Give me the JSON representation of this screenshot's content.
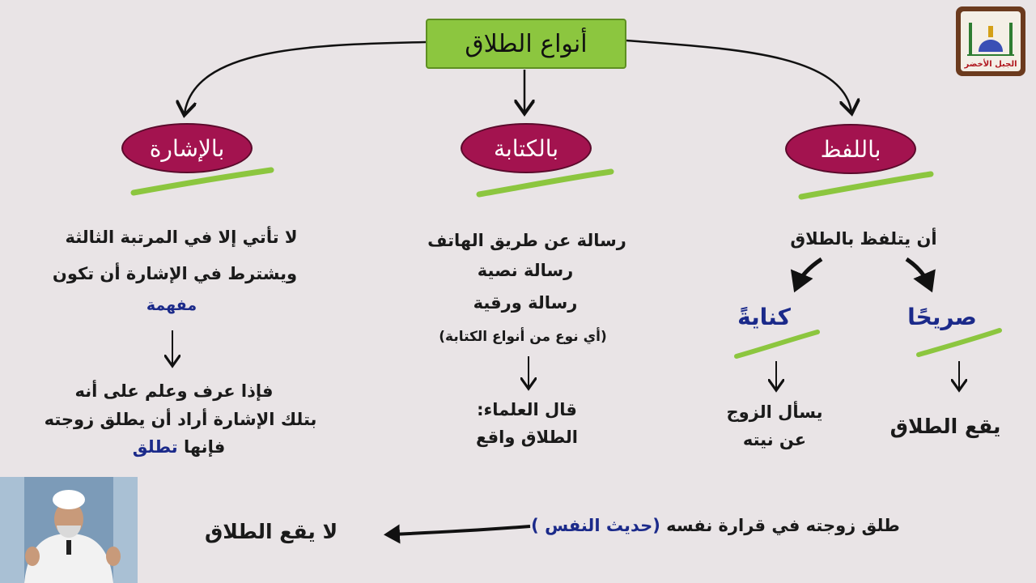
{
  "title": "أنواع الطلاق",
  "logo": {
    "text": "الجبل الأخضر",
    "icon": "mosque-dome-icon"
  },
  "branches": {
    "lafz": {
      "label": "باللفظ",
      "line1": "أن يتلفظ بالطلاق",
      "sarih": {
        "label": "صريحًا",
        "result": "يقع الطلاق"
      },
      "kinaya": {
        "label": "كنايةً",
        "result_1": "يسأل الزوج",
        "result_2": "عن نيته"
      }
    },
    "kitaba": {
      "label": "بالكتابة",
      "item_1": "رسالة عن طريق الهاتف",
      "item_2": "رسالة نصية",
      "item_3": "رسالة ورقية",
      "note": "(أي نوع من أنواع الكتابة)",
      "ruling_1": "قال العلماء:",
      "ruling_2": "الطلاق واقع"
    },
    "ishara": {
      "label": "بالإشارة",
      "line_1": "لا تأتي إلا في المرتبة الثالثة",
      "line_2": "ويشترط في الإشارة أن تكون",
      "line_3": "مفهمة",
      "result_1": "فإذا عرف وعلم على أنه",
      "result_2": "بتلك الإشارة أراد أن يطلق زوجته",
      "result_3a": "فإنها",
      "result_3b": "تطلق"
    }
  },
  "bottom": {
    "statement": "طلق زوجته في قرارة نفسه",
    "highlight": "(حديث النفس )",
    "result": "لا يقع الطلاق"
  },
  "colors": {
    "background": "#e9e4e6",
    "title_box": "#8cc63f",
    "oval": "#a3134f",
    "highlight_stroke": "#8cc63f",
    "accent_text": "#1b2a8a"
  }
}
